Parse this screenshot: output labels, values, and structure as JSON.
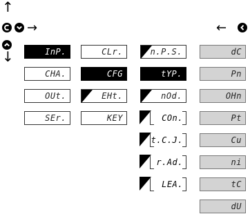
{
  "icons": {
    "up_arrow": "up-arrow",
    "down_arrow": "down-arrow",
    "enter_button": "enter-button-icon",
    "up_button": "up-button-icon",
    "down_button": "down-button-icon",
    "left_button": "left-button-icon"
  },
  "menu": {
    "col1": [
      "InP.",
      "CHA.",
      "OUt.",
      "SEr."
    ],
    "col2": [
      "CLr.",
      "CFG",
      "EHt.",
      "KEY"
    ],
    "col3": [
      "n.P.S.",
      "tYP.",
      "nOd.",
      "COn.",
      "t.C.J.",
      "r.Ad.",
      "LEA."
    ],
    "col4": [
      "dC",
      "Pn",
      "OHn",
      "Pt",
      "Cu",
      "ni",
      "tC",
      "dU"
    ]
  },
  "colors": {
    "active": "#000000",
    "inactive": "#ffffff",
    "option": "#d3d3d3"
  }
}
